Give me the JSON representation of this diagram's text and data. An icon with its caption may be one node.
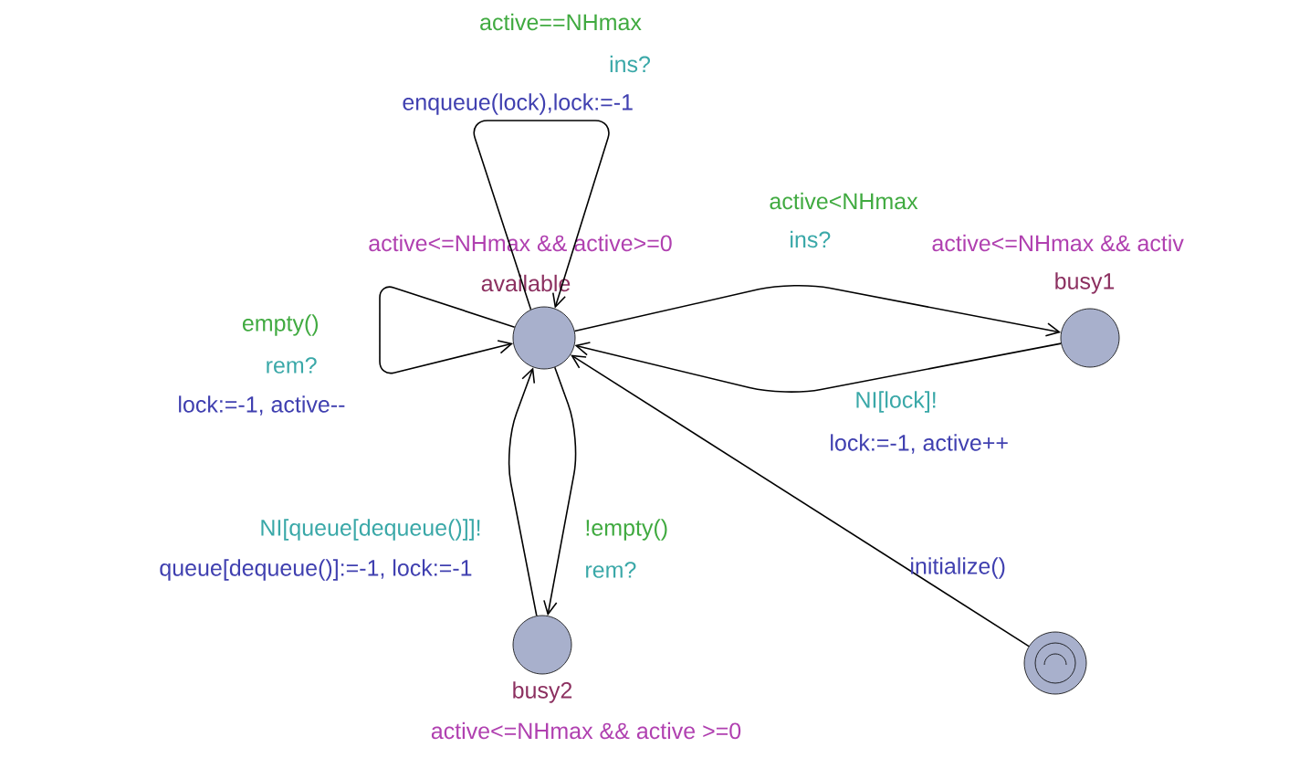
{
  "diagram": {
    "nodes": [
      {
        "text": [
          "available"
        ],
        "beside": [
          "active<=NHmax && active>=0"
        ]
      },
      {
        "text": [
          "busy1"
        ],
        "beside": [
          "active<=NHmax && activ"
        ]
      },
      {
        "text": [
          "busy2"
        ],
        "beside": [
          "active<=NHmax && active >=0"
        ]
      },
      {
        "text": [],
        "shape": "circle"
      }
    ],
    "edges": [
      {
        "from": 0,
        "to": 0,
        "arrow": "to"
      },
      {
        "from": 0,
        "to": 0,
        "arrow": "to"
      },
      {
        "from": 0,
        "to": 1,
        "arrow": "to"
      },
      {
        "from": 1,
        "to": 0,
        "arrow": "to"
      },
      {
        "from": 0,
        "to": 2,
        "arrow": "to"
      },
      {
        "from": 2,
        "to": 0,
        "arrow": "to"
      },
      {
        "from": 3,
        "to": 0,
        "arrow": "to"
      }
    ],
    "labels": [
      "active==NHmax",
      "ins?",
      "enqueue(lock),lock:=-1",
      "active<NHmax",
      "ins?",
      "empty()",
      "rem?",
      "lock:=-1, active--",
      "NI[lock]!",
      "lock:=-1, active++",
      "NI[queue[dequeue()]]!",
      "!empty()",
      "queue[dequeue()]:=-1, lock:=-1",
      "rem?",
      "initialize()"
    ]
  }
}
